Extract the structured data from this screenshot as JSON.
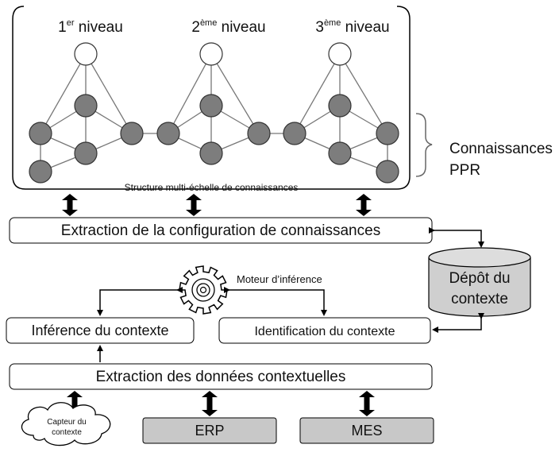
{
  "levels": [
    {
      "num": "1",
      "sup": "er",
      "word": "niveau"
    },
    {
      "num": "2",
      "sup": "ème",
      "word": "niveau"
    },
    {
      "num": "3",
      "sup": "ème",
      "word": "niveau"
    }
  ],
  "structure_label": "Structure multi-échelle de connaissances",
  "knowledge_label": [
    "Connaissances",
    "PPR"
  ],
  "boxes": {
    "extraction_config": "Extraction de la configuration de connaissances",
    "inference": "Inférence du contexte",
    "identification": "Identification du contexte",
    "extraction_data": "Extraction des données contextuelles",
    "erp": "ERP",
    "mes": "MES"
  },
  "engine_label": "Moteur d’inférence",
  "depot": [
    "Dépôt du",
    "contexte"
  ],
  "sensor": [
    "Capteur du",
    "contexte"
  ],
  "colors": {
    "node_fill": "#7d7d7d",
    "top_node_fill": "#ffffff",
    "gray_box": "#c8c8c8",
    "cylinder": "#cfcfcf",
    "stroke": "#000000"
  }
}
